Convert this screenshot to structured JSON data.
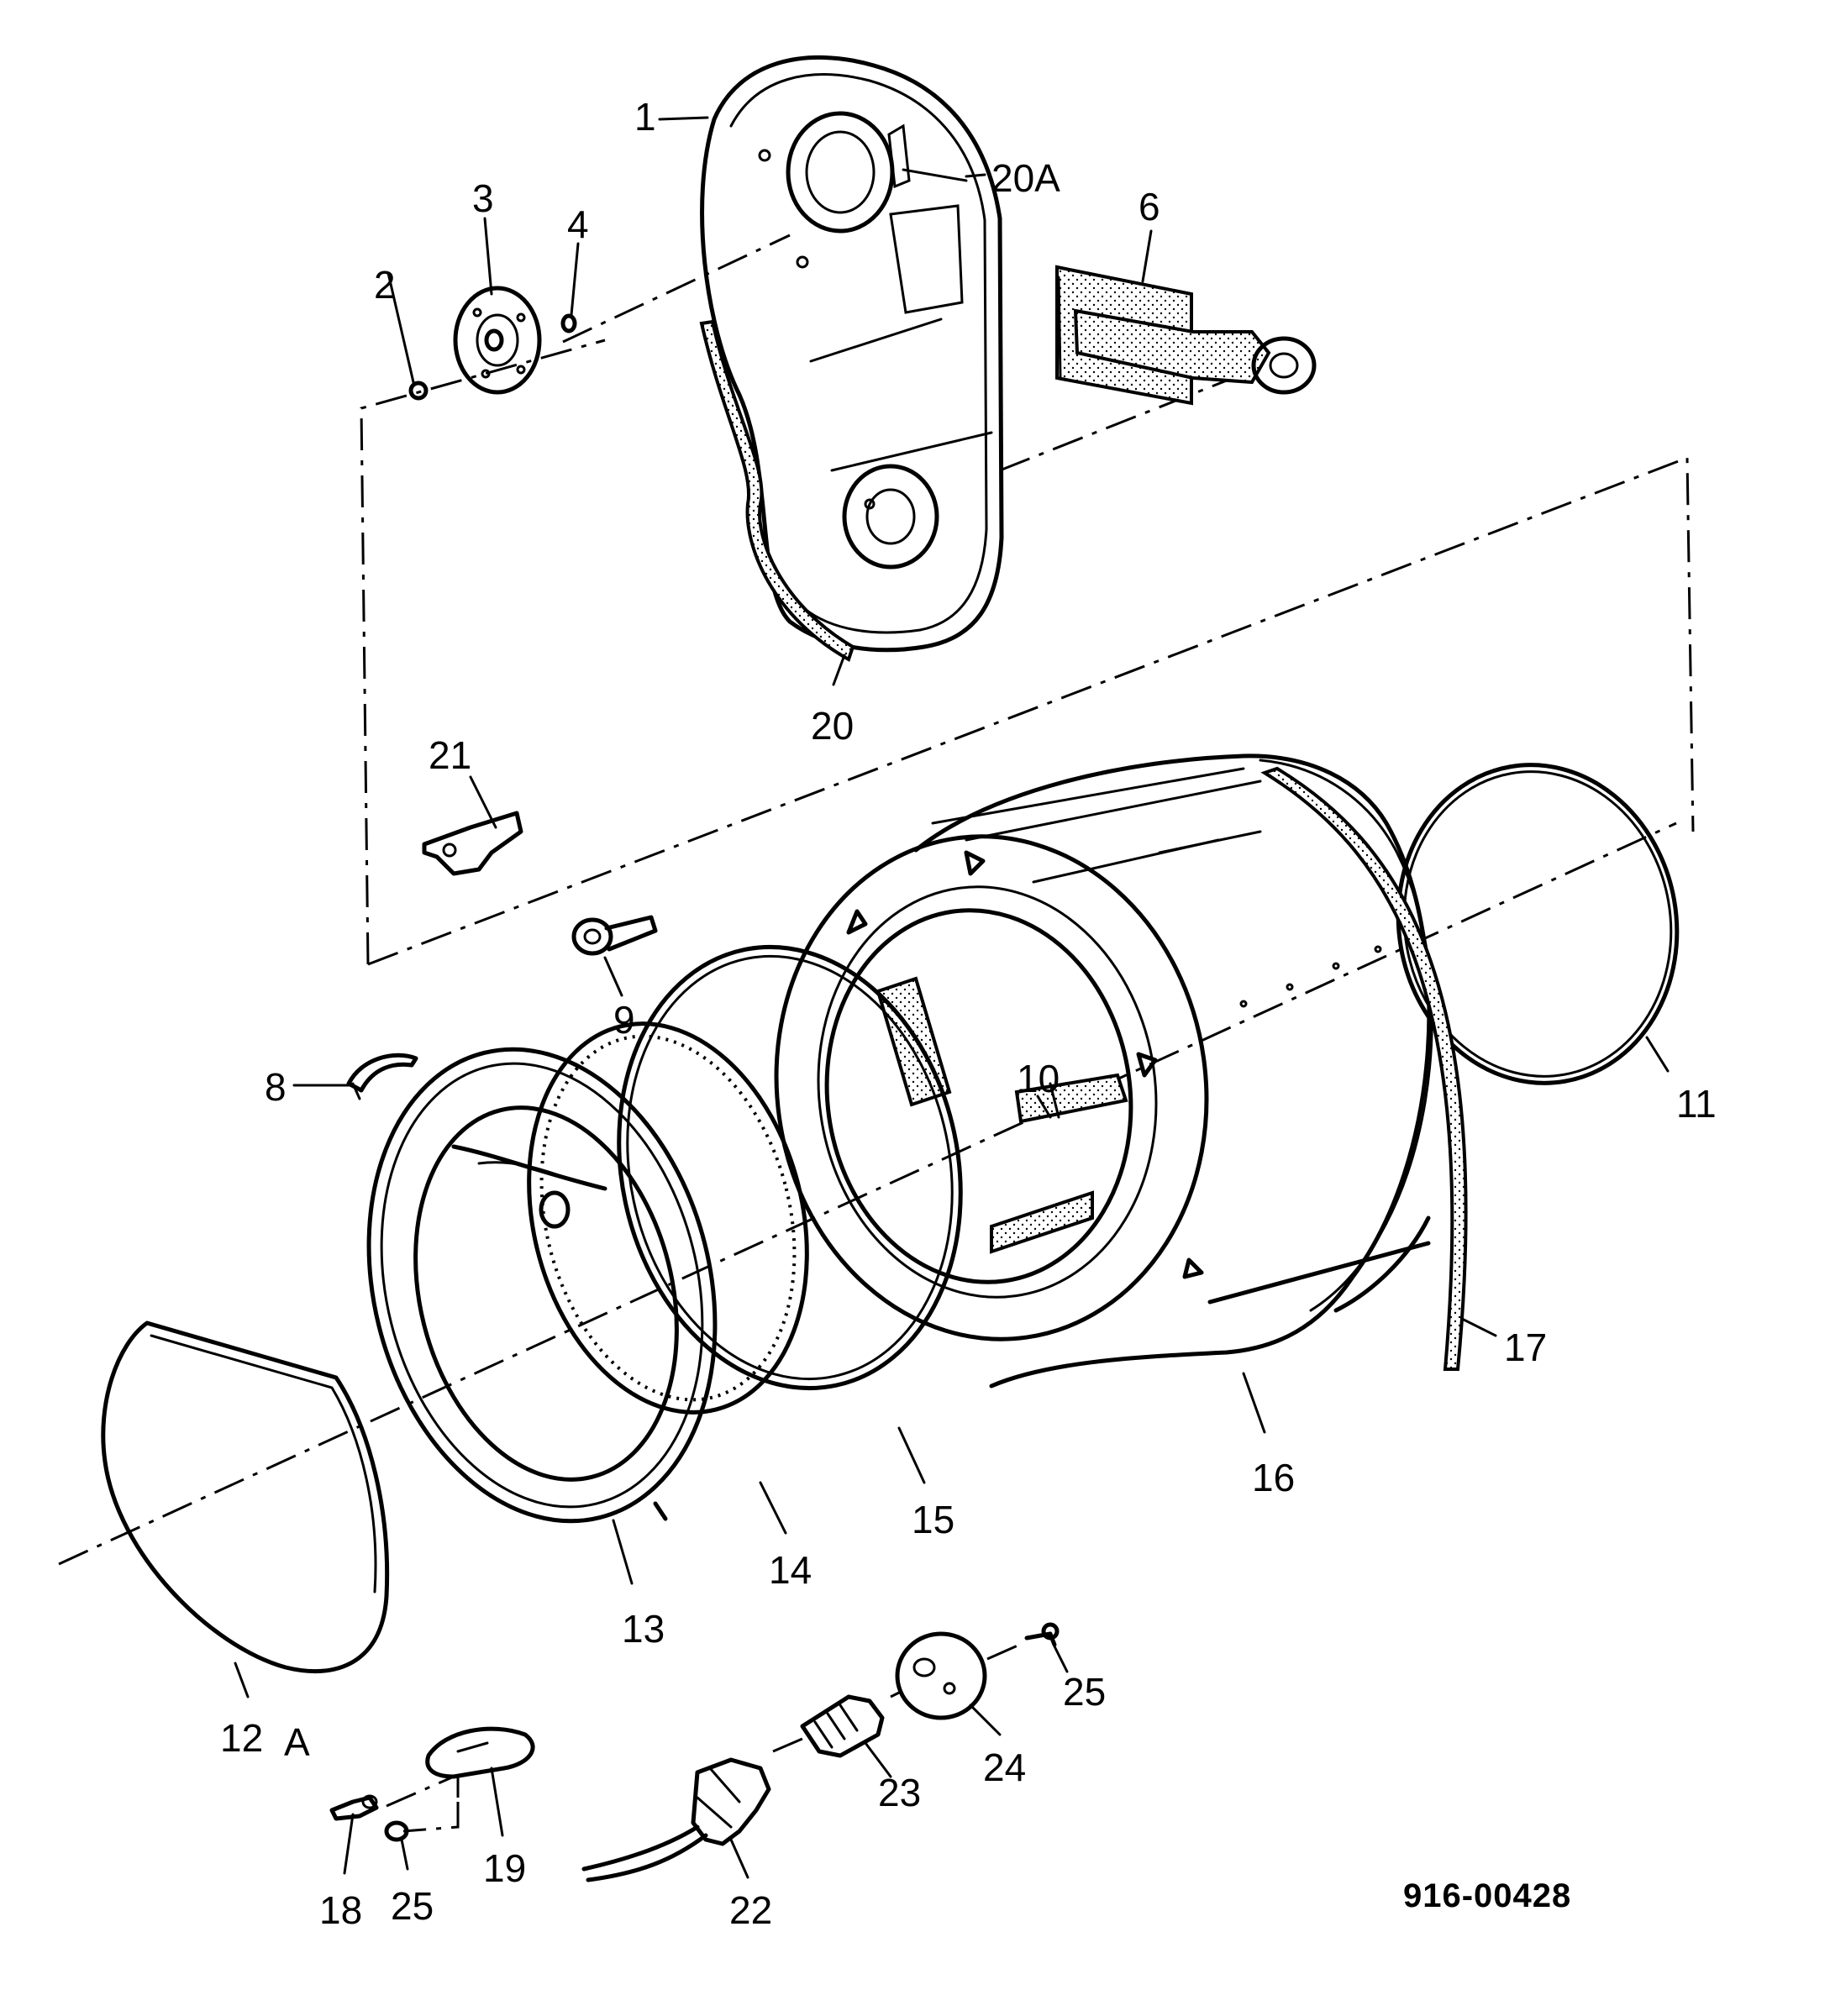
{
  "diagram": {
    "drawing_number": "916-00428",
    "callouts": {
      "c1": "1",
      "c2": "2",
      "c3": "3",
      "c4": "4",
      "c6": "6",
      "c8": "8",
      "c9": "9",
      "c10": "10",
      "c11": "11",
      "c12": "12",
      "c12a": "A",
      "c13": "13",
      "c14": "14",
      "c15": "15",
      "c16": "16",
      "c17": "17",
      "c18": "18",
      "c19": "19",
      "c20": "20",
      "c20a": "20A",
      "c21": "21",
      "c22": "22",
      "c23": "23",
      "c24": "24",
      "c25a": "25",
      "c25b": "25"
    }
  }
}
